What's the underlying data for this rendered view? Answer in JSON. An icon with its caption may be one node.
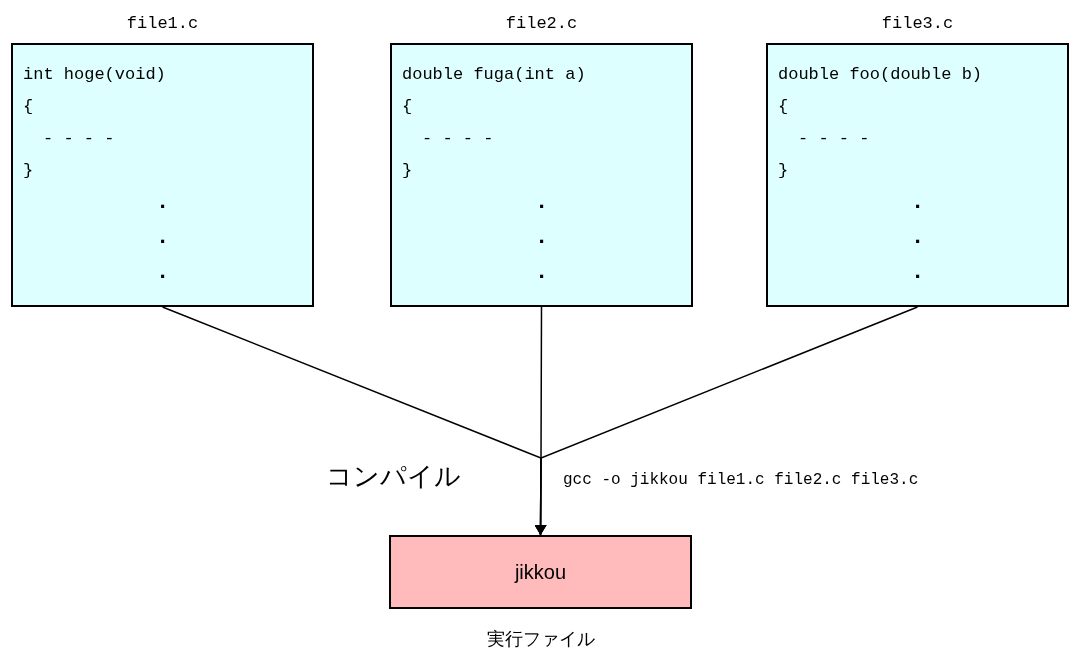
{
  "diagram": {
    "nodes": [
      {
        "text": [
          "file1.c",
          "int hoge(void)",
          "{",
          "- - - -",
          "}",
          ".",
          ".",
          "."
        ]
      },
      {
        "text": [
          "file2.c",
          "double fuga(int a)",
          "{",
          "- - - -",
          "}",
          ".",
          ".",
          "."
        ]
      },
      {
        "text": [
          "file3.c",
          "double foo(double b)",
          "{",
          "- - - -",
          "}",
          ".",
          ".",
          "."
        ]
      },
      {
        "text": [
          "jikkou"
        ],
        "beside": [
          "実行ファイル"
        ]
      }
    ],
    "edges": [
      {
        "from": 0,
        "to": 3,
        "arrow": "to"
      },
      {
        "from": 1,
        "to": 3,
        "arrow": "to"
      },
      {
        "from": 2,
        "to": 3,
        "arrow": "to"
      }
    ],
    "labels": [
      "コンパイル",
      "gcc -o jikkou file1.c file2.c file3.c"
    ]
  }
}
